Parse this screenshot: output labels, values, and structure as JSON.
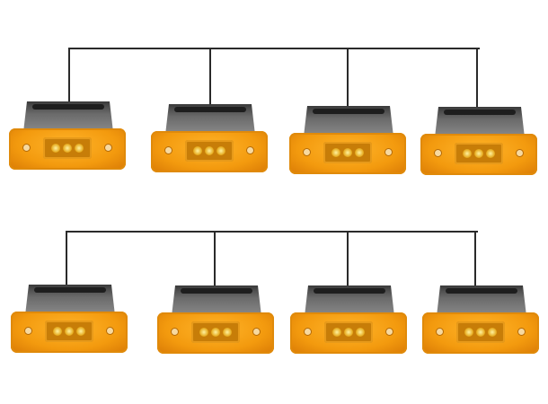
{
  "image": {
    "subject": "amber-side-marker-lamp",
    "rows": [
      {
        "lamp_count": 4
      },
      {
        "lamp_count": 4
      }
    ],
    "colors": {
      "lens": "#f39a0e",
      "housing": "#5a5a5a",
      "wire": "#2a2a2a",
      "background": "#ffffff"
    }
  }
}
